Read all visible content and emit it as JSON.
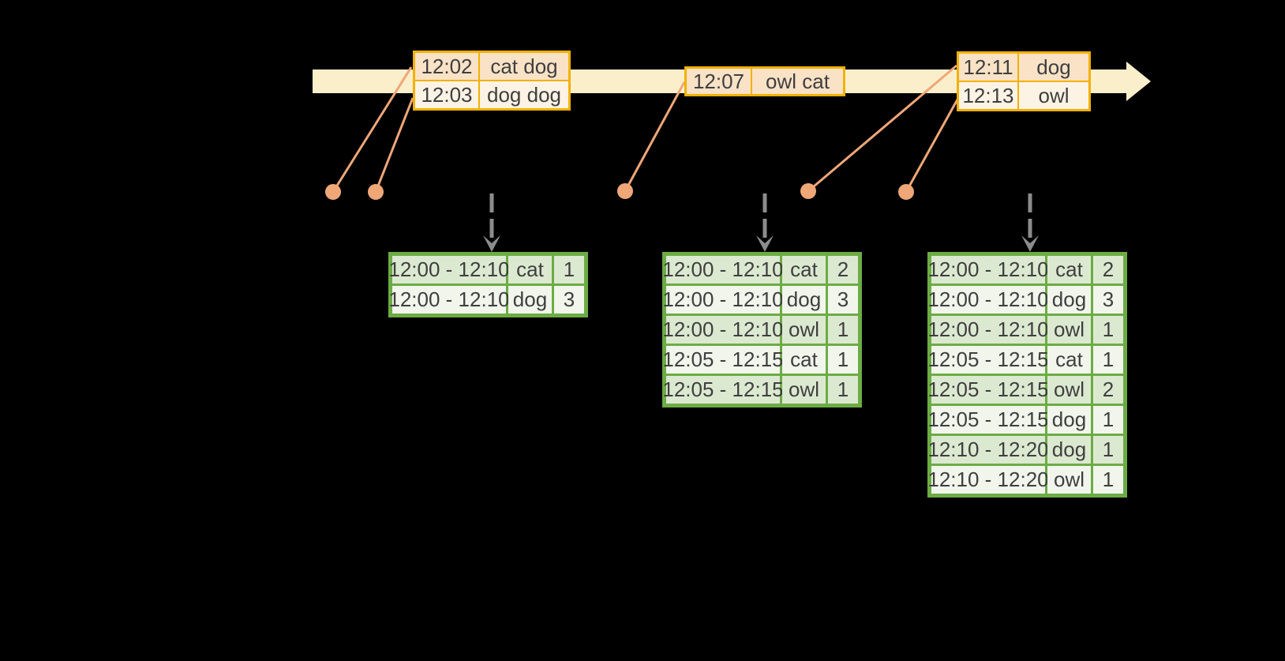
{
  "colors": {
    "background": "#000000",
    "timeline_band": "#FAEFCA",
    "event_table_border": "#F2B103",
    "event_row_dark": "#F9E2C6",
    "event_row_light": "#FDF3E5",
    "connector_salmon": "#EFA778",
    "trigger_arrow_gray": "#8C8C8C",
    "result_table_border": "#6CAC44",
    "result_row_dark": "#DCE9D1",
    "result_row_light": "#F1F5EC",
    "table_text": "#3F3F3F"
  },
  "event_tables": [
    {
      "rows": [
        [
          "12:02",
          "cat dog"
        ],
        [
          "12:03",
          "dog dog"
        ]
      ]
    },
    {
      "rows": [
        [
          "12:07",
          "owl cat"
        ]
      ]
    },
    {
      "rows": [
        [
          "12:11",
          "dog"
        ],
        [
          "12:13",
          "owl"
        ]
      ]
    }
  ],
  "result_tables": [
    {
      "rows": [
        [
          "12:00 - 12:10",
          "cat",
          "1"
        ],
        [
          "12:00 - 12:10",
          "dog",
          "3"
        ]
      ]
    },
    {
      "rows": [
        [
          "12:00 - 12:10",
          "cat",
          "2"
        ],
        [
          "12:00 - 12:10",
          "dog",
          "3"
        ],
        [
          "12:00 - 12:10",
          "owl",
          "1"
        ],
        [
          "12:05 - 12:15",
          "cat",
          "1"
        ],
        [
          "12:05 - 12:15",
          "owl",
          "1"
        ]
      ]
    },
    {
      "rows": [
        [
          "12:00 - 12:10",
          "cat",
          "2"
        ],
        [
          "12:00 - 12:10",
          "dog",
          "3"
        ],
        [
          "12:00 - 12:10",
          "owl",
          "1"
        ],
        [
          "12:05 - 12:15",
          "cat",
          "1"
        ],
        [
          "12:05 - 12:15",
          "owl",
          "2"
        ],
        [
          "12:05 - 12:15",
          "dog",
          "1"
        ],
        [
          "12:10 - 12:20",
          "dog",
          "1"
        ],
        [
          "12:10 - 12:20",
          "owl",
          "1"
        ]
      ]
    }
  ]
}
